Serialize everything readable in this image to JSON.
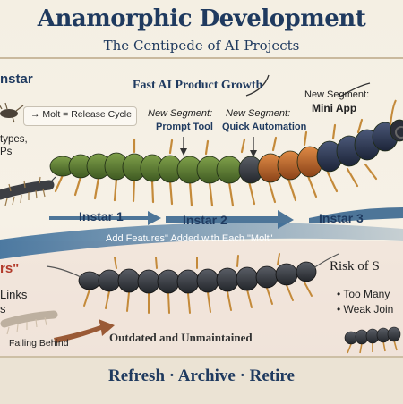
{
  "header": {
    "title": "Anamorphic Development",
    "subtitle": "The Centipede of AI Projects"
  },
  "top_left": {
    "heading_fragment": "nstar",
    "cycle_label": "→ Molt = Release Cycle",
    "line1": "types,",
    "line2": "Ps"
  },
  "growth_label": "Fast AI Product Growth",
  "segments": [
    {
      "line1": "New Segment:",
      "line2": "Prompt Tool"
    },
    {
      "line1": "New Segment:",
      "line2": "Quick Automation"
    },
    {
      "line1": "New Segment:",
      "line2": "Mini App"
    }
  ],
  "instars": [
    "Instar 1",
    "Instar 2",
    "Instar 3"
  ],
  "features_banner": "Add Features\" Added with Each \"Molt\"",
  "lower_left": {
    "heading_fragment": "rs\"",
    "item1": "Links",
    "item2": "s",
    "falling_label": "Falling Behind"
  },
  "outdated_label": "Outdated and Unmaintained",
  "risk": {
    "heading": "Risk of S",
    "item1": "• Too Many",
    "item2": "• Weak Join"
  },
  "footer": "Refresh · Archive · Retire",
  "colors": {
    "title": "#1f3a5f",
    "green_segment": "#5a7a34",
    "orange_segment": "#c0652b",
    "navy_segment": "#2a3550",
    "dark_body": "#3b3f45",
    "leg": "#c48a3a",
    "arrow": "#2f5f8a",
    "accent_red": "#b23a2a"
  },
  "icons": [
    "centipede-icon",
    "arrow-icon"
  ]
}
